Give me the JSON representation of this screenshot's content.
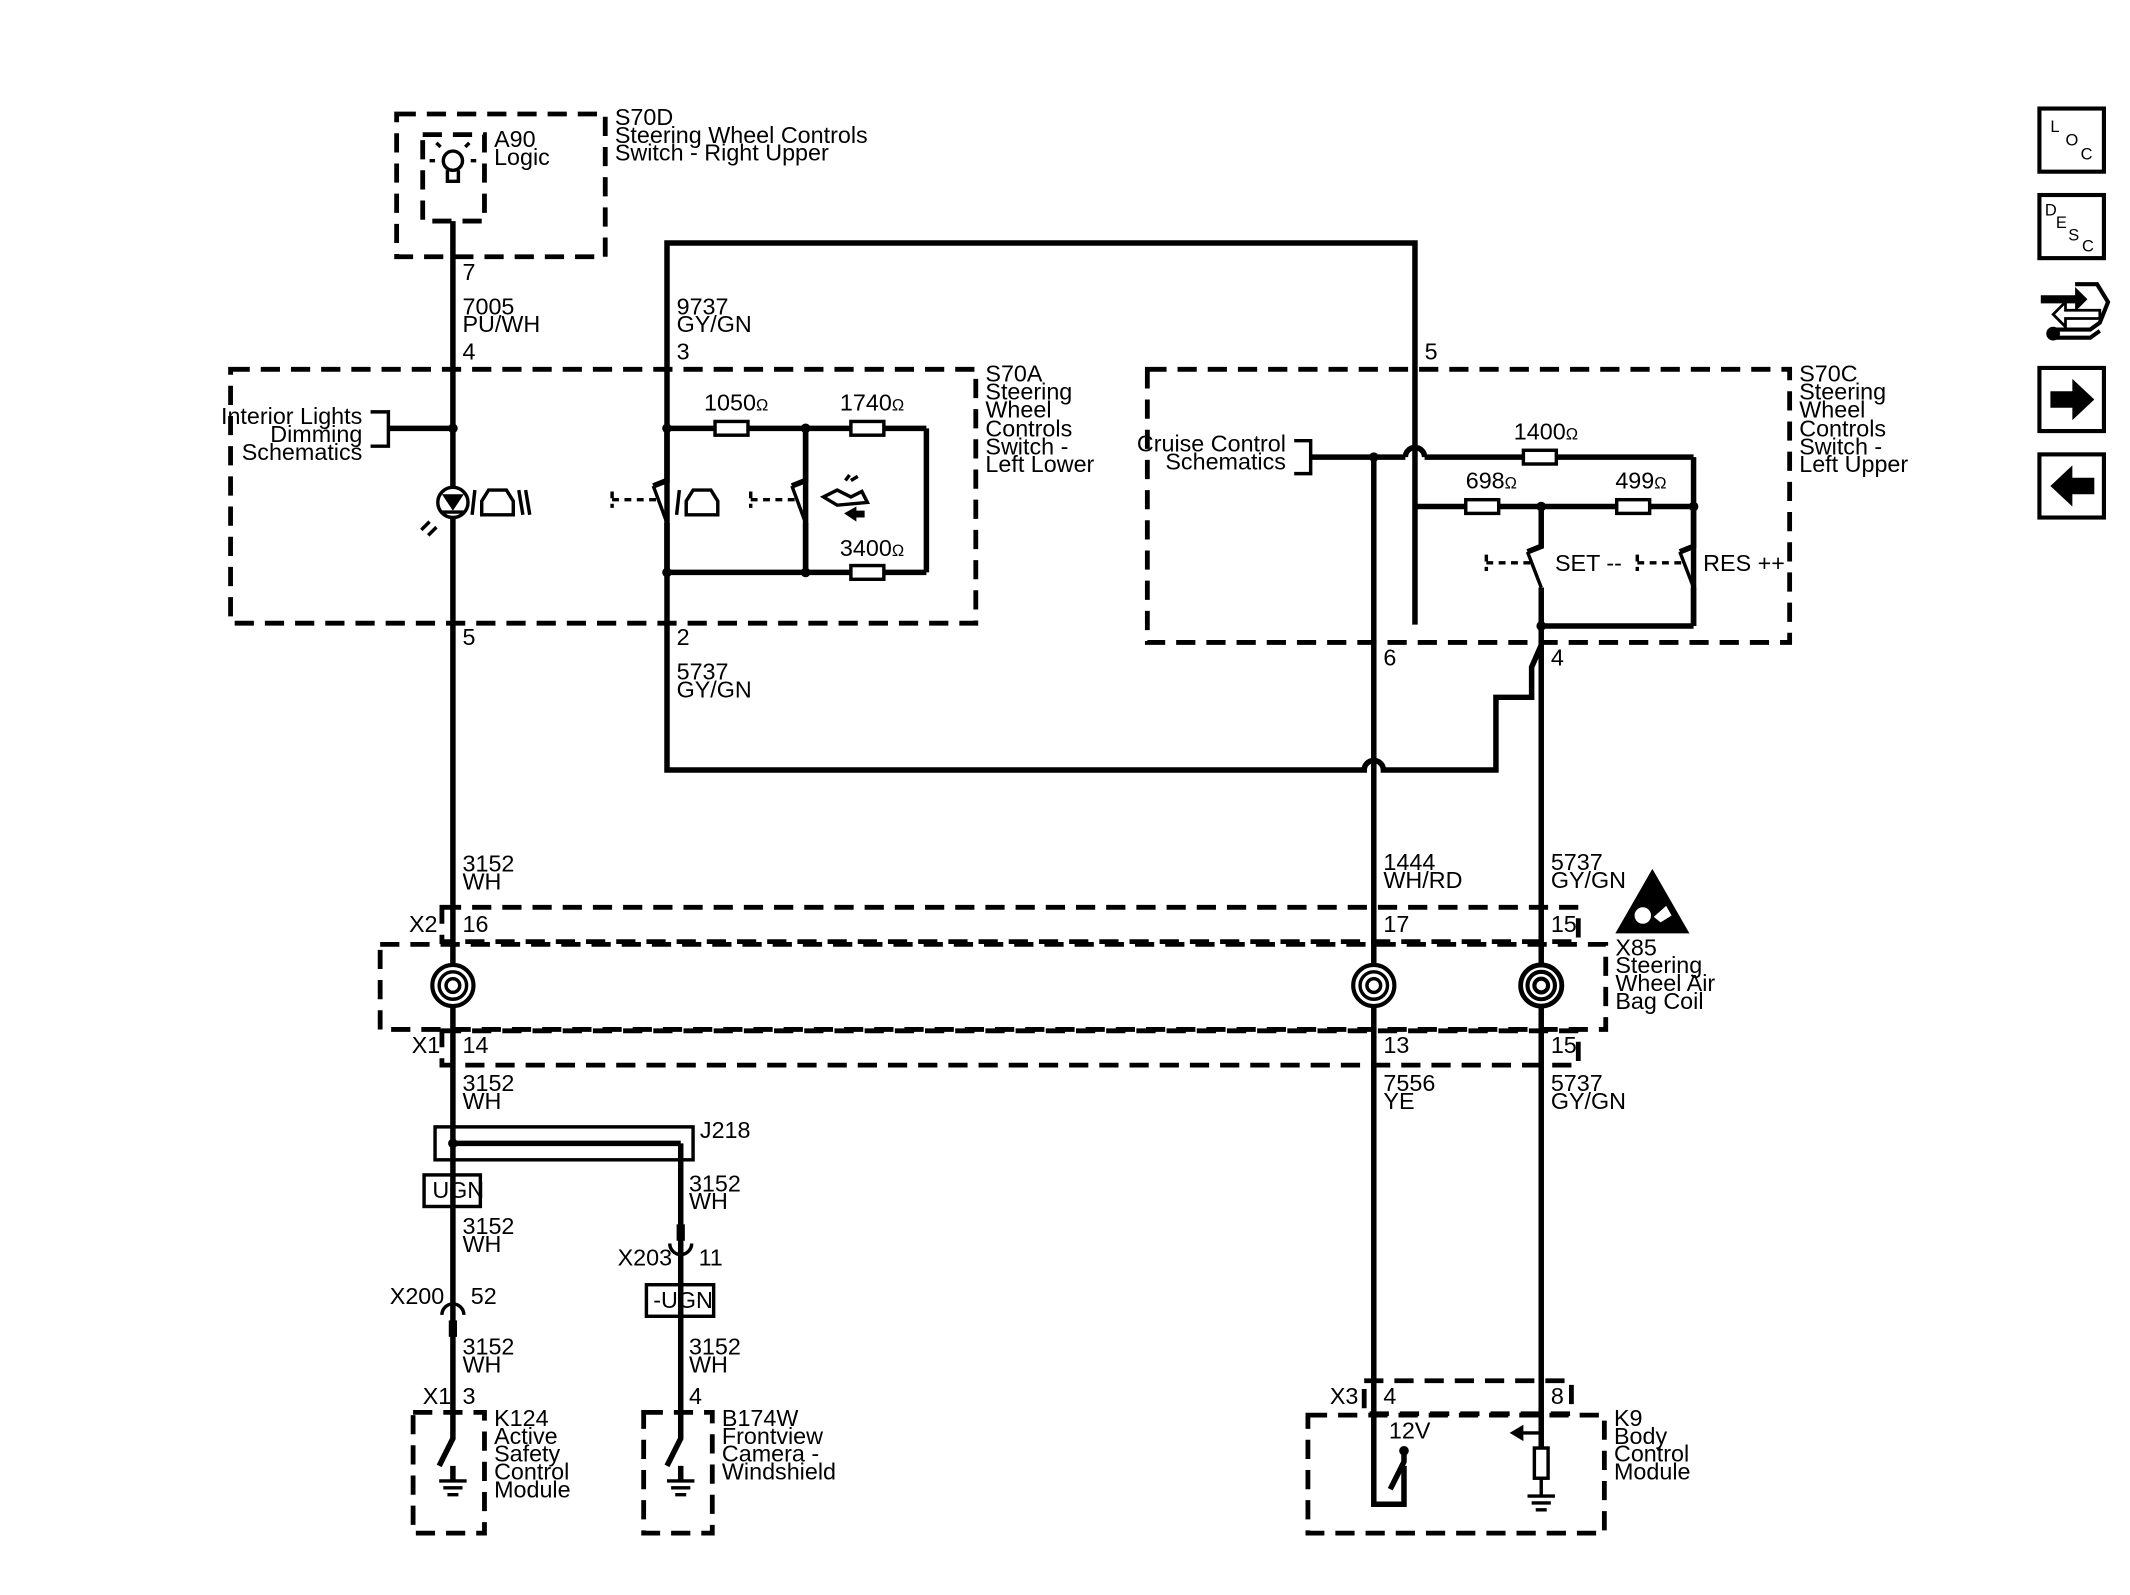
{
  "components": {
    "s70d": {
      "ref": "S70D",
      "name_line1": "Steering Wheel Controls",
      "name_line2": "Switch - Right Upper"
    },
    "a90": {
      "ref": "A90",
      "name": "Logic"
    },
    "s70a": {
      "ref": "S70A",
      "lines": [
        "Steering",
        "Wheel",
        "Controls",
        "Switch -",
        "Left Lower"
      ]
    },
    "s70c": {
      "ref": "S70C",
      "lines": [
        "Steering",
        "Wheel",
        "Controls",
        "Switch -",
        "Left Upper"
      ]
    },
    "x85": {
      "ref": "X85",
      "lines": [
        "Steering",
        "Wheel Air",
        "Bag Coil"
      ]
    },
    "k124": {
      "ref": "K124",
      "lines": [
        "Active",
        "Safety",
        "Control",
        "Module"
      ]
    },
    "b174w": {
      "ref": "B174W",
      "lines": [
        "Frontview",
        "Camera -",
        "Windshield"
      ]
    },
    "k9": {
      "ref": "K9",
      "lines": [
        "Body",
        "Control",
        "Module"
      ]
    }
  },
  "references": {
    "interior_lights": [
      "Interior Lights",
      "Dimming",
      "Schematics"
    ],
    "cruise_control": [
      "Cruise Control",
      "Schematics"
    ]
  },
  "resistors": {
    "r1050": "1050",
    "r1740": "1740",
    "r3400": "3400",
    "r1400": "1400",
    "r698": "698",
    "r499": "499",
    "unit": "Ω"
  },
  "switch_labels": {
    "set": "SET --",
    "res": "RES ++"
  },
  "k9_voltage": "12V",
  "pins": {
    "s70d_7": "7",
    "s70a_4": "4",
    "s70a_3": "3",
    "s70a_5": "5",
    "s70a_2": "2",
    "s70c_5": "5",
    "s70c_6": "6",
    "s70c_4": "4",
    "x2_16": "16",
    "x2_17": "17",
    "x2_15": "15",
    "x1_14": "14",
    "x1_13": "13",
    "x1_15": "15",
    "x200_52": "52",
    "x203_11": "11",
    "k124_3": "3",
    "b174w_4": "4",
    "k9_4": "4",
    "k9_8": "8"
  },
  "connectors": {
    "x2": "X2",
    "x1": "X1",
    "x200": "X200",
    "x203": "X203",
    "x1_k124": "X1",
    "x3": "X3",
    "j218": "J218"
  },
  "options": {
    "ugn": "UGN",
    "not_ugn": "-UGN"
  },
  "circuits": {
    "c7005": {
      "num": "7005",
      "color": "PU/WH"
    },
    "c9737": {
      "num": "9737",
      "color": "GY/GN"
    },
    "c5737_a": {
      "num": "5737",
      "color": "GY/GN"
    },
    "c3152_a": {
      "num": "3152",
      "color": "WH"
    },
    "c1444": {
      "num": "1444",
      "color": "WH/RD"
    },
    "c5737_b": {
      "num": "5737",
      "color": "GY/GN"
    },
    "c3152_b": {
      "num": "3152",
      "color": "WH"
    },
    "c7556": {
      "num": "7556",
      "color": "YE"
    },
    "c5737_c": {
      "num": "5737",
      "color": "GY/GN"
    },
    "c3152_c": {
      "num": "3152",
      "color": "WH"
    },
    "c3152_d": {
      "num": "3152",
      "color": "WH"
    },
    "c3152_e": {
      "num": "3152",
      "color": "WH"
    },
    "c3152_f": {
      "num": "3152",
      "color": "WH"
    }
  },
  "nav": {
    "loc": [
      "L",
      "O",
      "C"
    ],
    "desc": [
      "D",
      "E",
      "S",
      "C"
    ]
  }
}
